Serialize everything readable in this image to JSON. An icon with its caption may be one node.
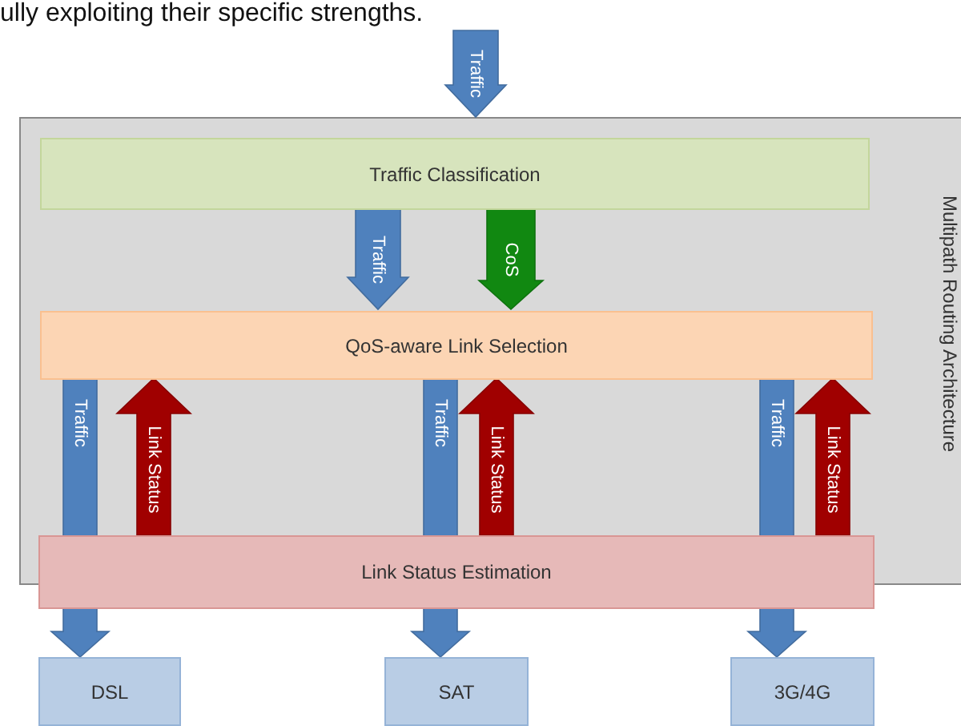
{
  "diagram": {
    "nodes": [
      {
        "text": [
          "Multipath Routing Architecture"
        ]
      },
      {
        "text": [
          "Traffic Classification"
        ],
        "in": 0
      },
      {
        "text": [
          "QoS-aware Link Selection"
        ],
        "in": 0
      },
      {
        "text": [
          "Link Status Estimation"
        ]
      },
      {
        "text": [
          "DSL"
        ]
      },
      {
        "text": [
          "SAT"
        ]
      },
      {
        "text": [
          "3G/4G"
        ]
      }
    ],
    "edges": [
      {
        "from": null,
        "to": 0,
        "arrow": "to",
        "label": "Traffic"
      },
      {
        "from": 1,
        "to": 2,
        "arrow": "to",
        "label": "Traffic"
      },
      {
        "from": 1,
        "to": 2,
        "arrow": "to",
        "label": "CoS",
        "color": "#118811"
      },
      {
        "from": 2,
        "to": 4,
        "arrow": "to",
        "label": "Traffic"
      },
      {
        "from": 3,
        "to": 2,
        "arrow": "to",
        "label": "Link Status",
        "color": "#a00000"
      },
      {
        "from": 2,
        "to": 5,
        "arrow": "to",
        "label": "Traffic"
      },
      {
        "from": 3,
        "to": 2,
        "arrow": "to",
        "label": "Link Status",
        "color": "#a00000"
      },
      {
        "from": 2,
        "to": 6,
        "arrow": "to",
        "label": "Traffic"
      },
      {
        "from": 3,
        "to": 2,
        "arrow": "to",
        "label": "Link Status",
        "color": "#a00000"
      }
    ],
    "labels": [
      "ully exploiting their specific strengths."
    ]
  }
}
